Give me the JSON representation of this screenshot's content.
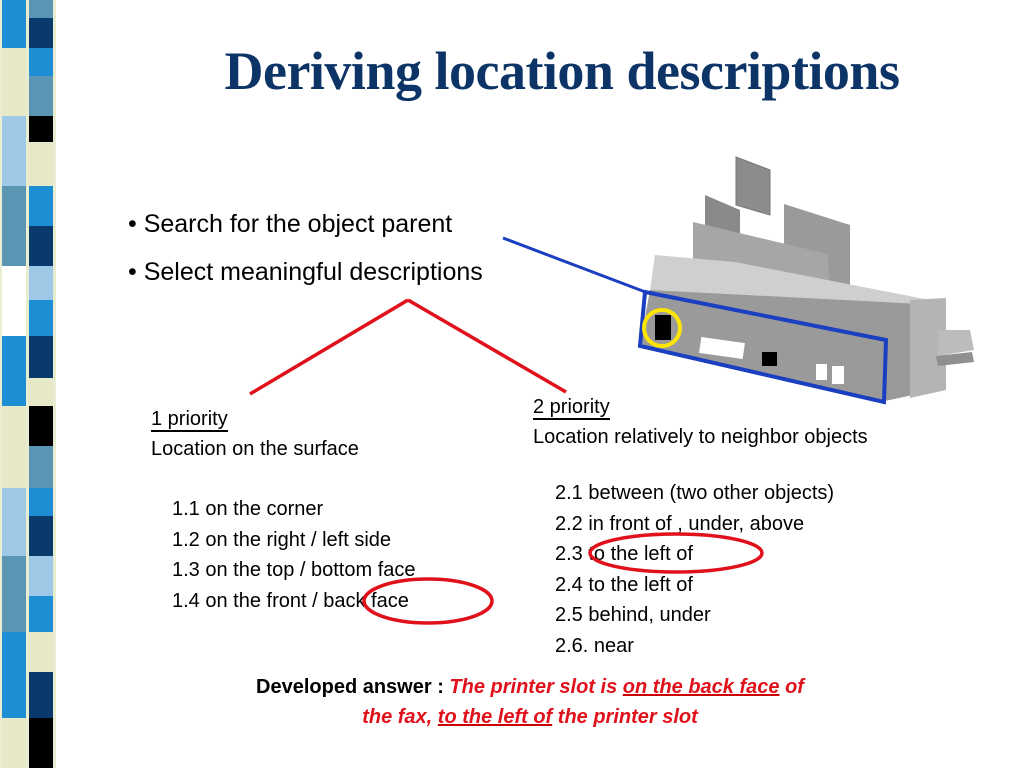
{
  "title": "Deriving location descriptions",
  "bullets": [
    "• Search for the object parent",
    "• Select meaningful descriptions"
  ],
  "priority1": {
    "heading": "1 priority",
    "subtitle": "Location on the surface",
    "items": [
      "1.1 on the corner",
      "1.2 on the right / left side",
      "1.3 on the top / bottom face",
      "1.4 on the front / back face"
    ]
  },
  "priority2": {
    "heading": "2 priority",
    "subtitle": "Location relatively to neighbor objects",
    "items": [
      "2.1 between (two other objects)",
      "2.2 in front of , under, above",
      "2.3 to the left of",
      "2.4 to the left of",
      "2.5 behind, under",
      "2.6. near"
    ]
  },
  "answer": {
    "label": "Developed answer :",
    "part1": "The printer slot is",
    "ul1": "on the back face",
    "part2": "of",
    "part3": "the fax,",
    "ul2": "to the left of",
    "part4": "the printer slot"
  },
  "colors": {
    "title": "#0d3466",
    "connector_line": "#1a3fc0",
    "tree_lines": "#e0111a",
    "circle_marks": "#e0111a",
    "highlight_circle": "#ffe600",
    "strip": [
      "#0a3a6b",
      "#5a96b4",
      "#9ec9e6",
      "#000000",
      "#e6e8c8",
      "#1e8ed4",
      "#ffffff"
    ]
  }
}
